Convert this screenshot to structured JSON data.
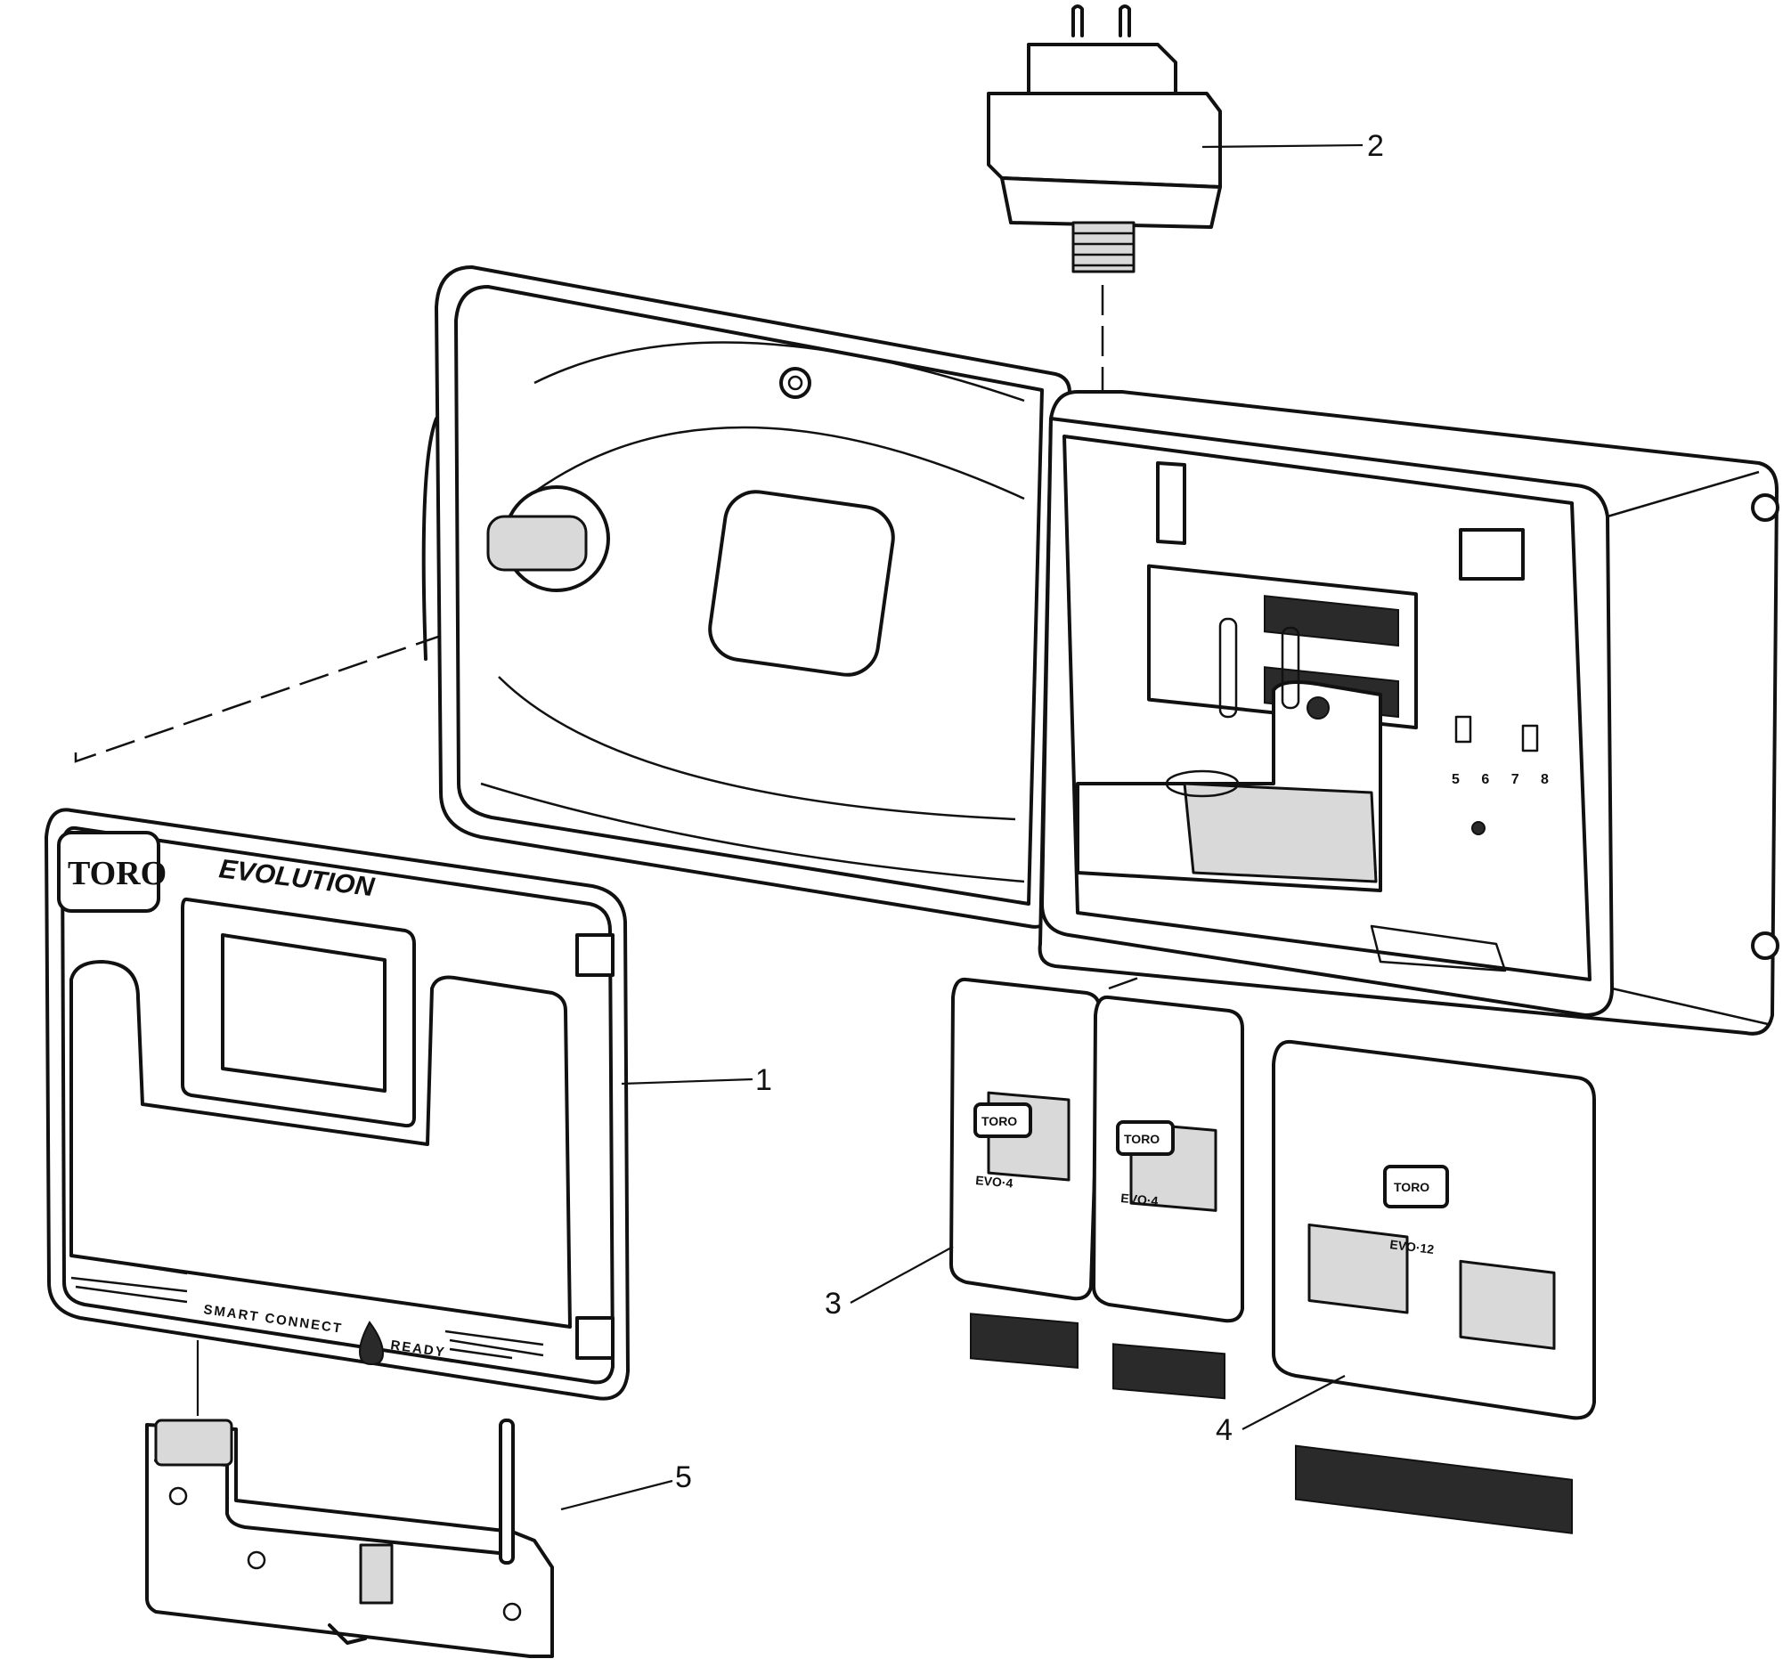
{
  "diagram": {
    "callouts": [
      {
        "id": "1",
        "label": "1"
      },
      {
        "id": "2",
        "label": "2"
      },
      {
        "id": "3",
        "label": "3"
      },
      {
        "id": "4",
        "label": "4"
      },
      {
        "id": "5",
        "label": "5"
      }
    ],
    "panel_text": {
      "brand": "TORO",
      "model": "EVOLUTION",
      "tagline_left": "SMART CONNECT",
      "tagline_right": "READY"
    },
    "terminal_digits": "5 6 7 8",
    "module_text": {
      "brand": "TORO",
      "small_module": "EVO·4",
      "large_module": "EVO·12"
    }
  }
}
